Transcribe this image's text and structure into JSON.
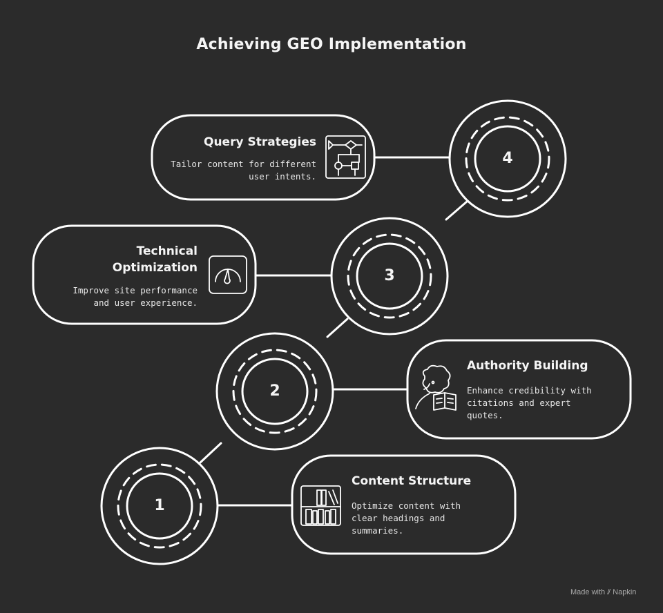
{
  "title": "Achieving GEO Implementation",
  "steps": [
    {
      "number": "1",
      "heading": "Content Structure",
      "description": [
        "Optimize content with",
        "clear headings and",
        "summaries."
      ],
      "icon": "bookshelf-icon"
    },
    {
      "number": "2",
      "heading": "Authority Building",
      "description": [
        "Enhance credibility with",
        "citations and expert",
        "quotes."
      ],
      "icon": "reading-person-icon"
    },
    {
      "number": "3",
      "heading": [
        "Technical",
        "Optimization"
      ],
      "description": [
        "Improve site performance",
        "and user experience."
      ],
      "icon": "speedometer-icon"
    },
    {
      "number": "4",
      "heading": "Query Strategies",
      "description": [
        "Tailor content for different",
        "user intents."
      ],
      "icon": "flowchart-icon"
    }
  ],
  "footer": {
    "prefix": "Made with",
    "brand": "Napkin",
    "icon": "napkin-logo-icon"
  },
  "colors": {
    "background": "#2b2b2b",
    "stroke": "#ffffff",
    "text": "#f5f5f5"
  }
}
